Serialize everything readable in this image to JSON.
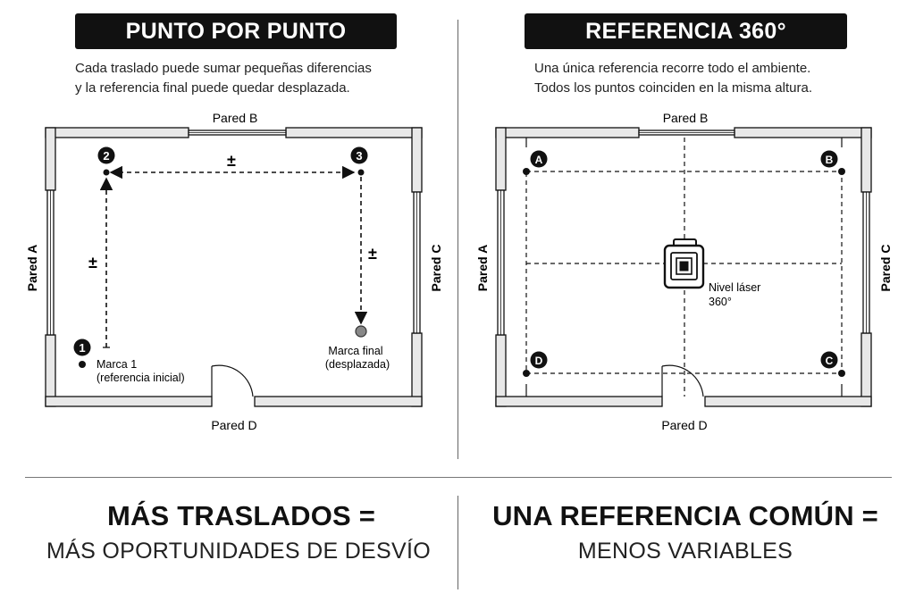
{
  "left": {
    "header": "PUNTO POR PUNTO",
    "description_line1": "Cada traslado puede sumar pequeñas diferencias",
    "description_line2": "y la referencia final puede quedar desplazada.",
    "wall_b": "Pared B",
    "wall_a": "Pared A",
    "wall_c": "Pared C",
    "wall_d": "Pared D",
    "step1": "1",
    "step2": "2",
    "step3": "3",
    "plus_minus": "±",
    "mark1_line1": "Marca 1",
    "mark1_line2": "(referencia inicial)",
    "final_line1": "Marca final",
    "final_line2": "(desplazada)"
  },
  "right": {
    "header": "REFERENCIA 360°",
    "description_line1": "Una única referencia recorre todo el ambiente.",
    "description_line2": "Todos los puntos coinciden en la misma altura.",
    "wall_b": "Pared B",
    "wall_a": "Pared A",
    "wall_c": "Pared C",
    "wall_d": "Pared D",
    "point_a": "A",
    "point_b": "B",
    "point_c": "C",
    "point_d": "D",
    "laser_line1": "Nivel láser",
    "laser_line2": "360°"
  },
  "bottom": {
    "left_big": "MÁS TRASLADOS =",
    "left_small": "MÁS OPORTUNIDADES DE DESVÍO",
    "right_big": "UNA REFERENCIA COMÚN =",
    "right_small": "MENOS VARIABLES"
  }
}
